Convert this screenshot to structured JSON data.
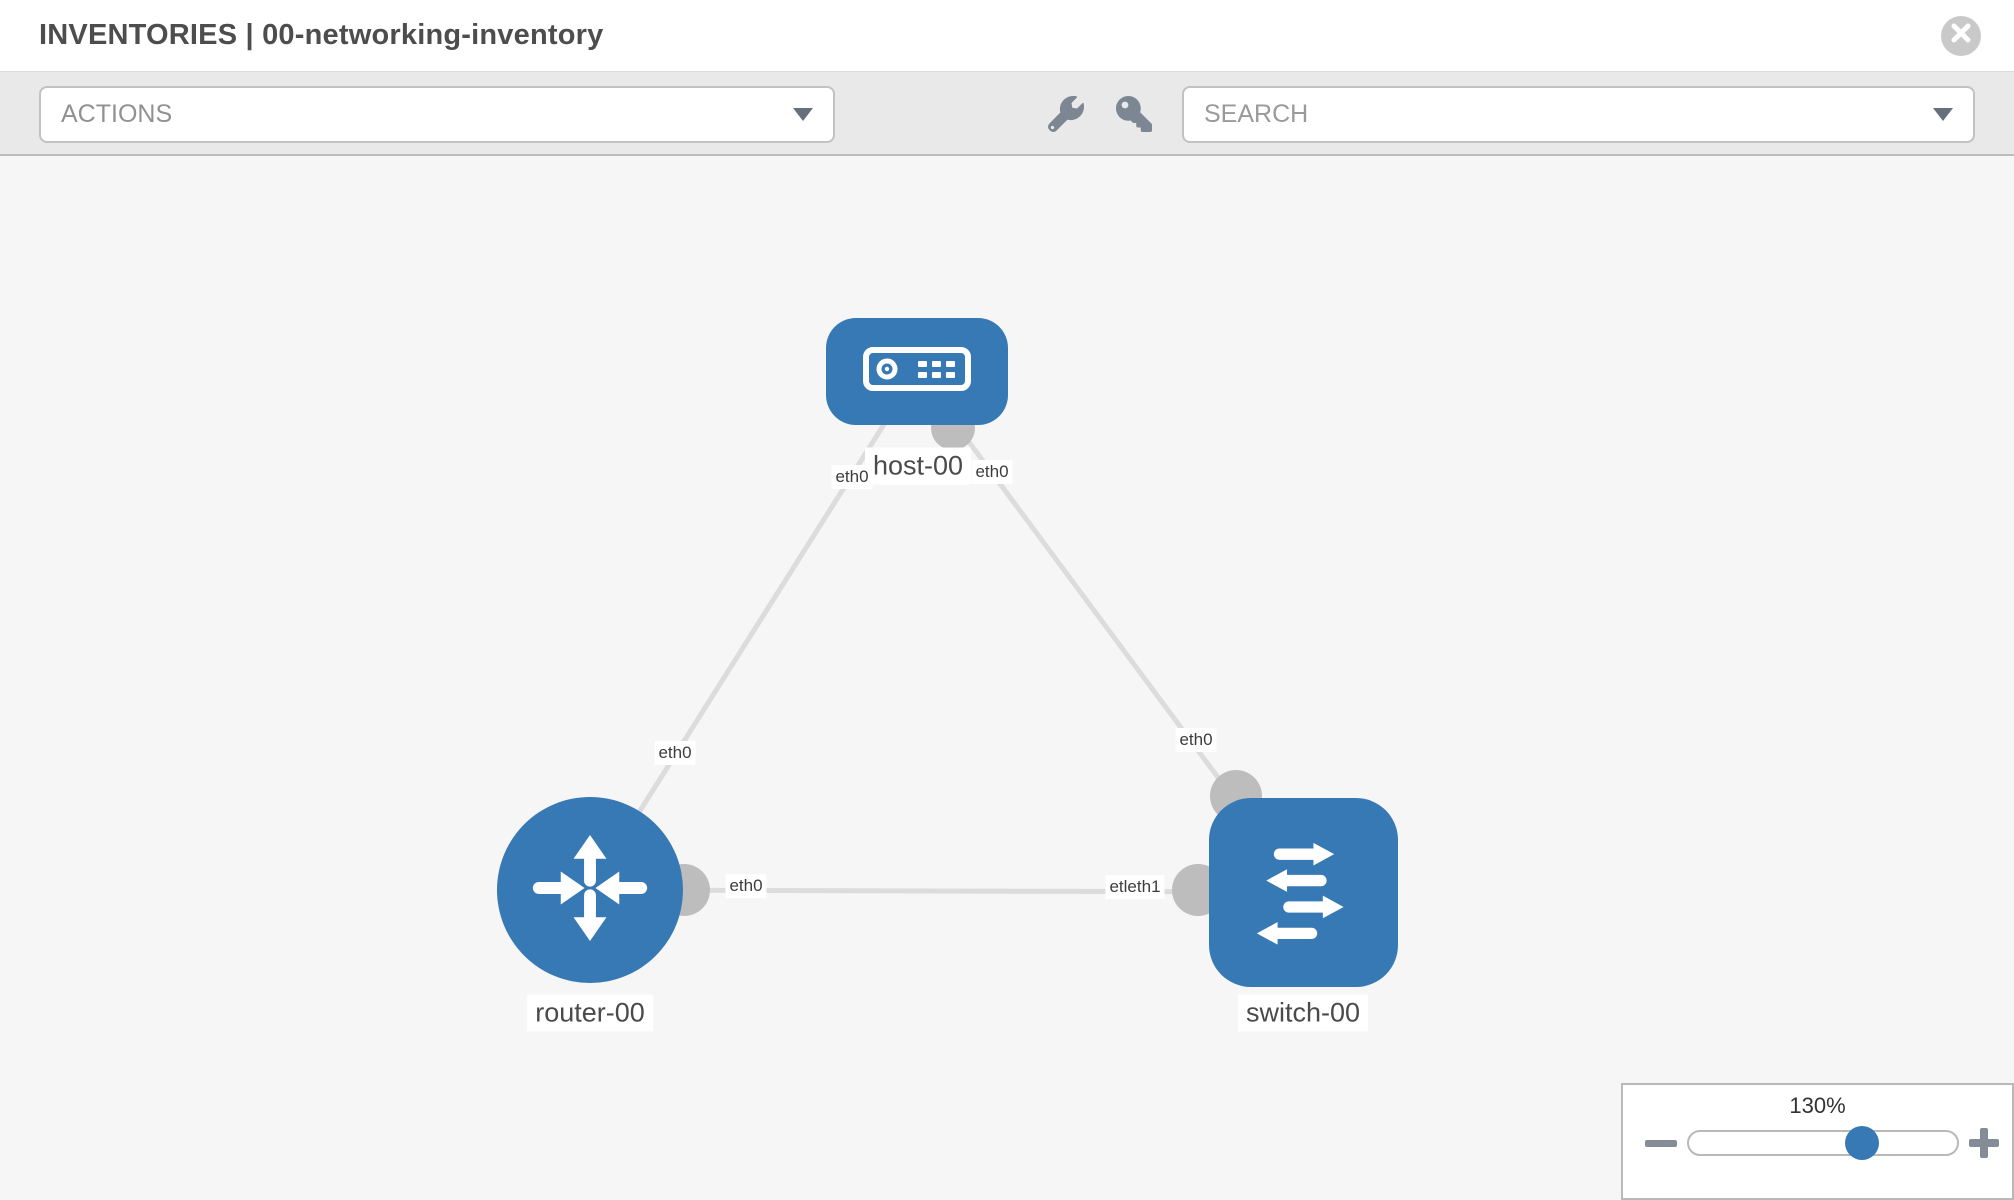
{
  "header": {
    "title": "INVENTORIES | 00-networking-inventory"
  },
  "toolbar": {
    "actions_dropdown_label": "ACTIONS",
    "search_placeholder": "SEARCH",
    "tool_icons": [
      "wrench",
      "key"
    ]
  },
  "canvas": {
    "nodes": [
      {
        "id": "host-00",
        "type": "host",
        "label": "host-00"
      },
      {
        "id": "router-00",
        "type": "router",
        "label": "router-00"
      },
      {
        "id": "switch-00",
        "type": "switch",
        "label": "switch-00"
      }
    ],
    "links": [
      {
        "from": "host-00",
        "to": "router-00",
        "labels": [
          "eth0",
          "eth0"
        ]
      },
      {
        "from": "host-00",
        "to": "switch-00",
        "labels": [
          "eth0",
          "eth0"
        ]
      },
      {
        "from": "router-00",
        "to": "switch-00",
        "labels": [
          "eth0",
          "etleth1"
        ]
      }
    ]
  },
  "zoom_control": {
    "value": "130%",
    "minus": "−",
    "plus": "+"
  },
  "colors": {
    "node_blue": "#3779b5",
    "link_gray": "#dcdcdc",
    "port_gray": "#bdbdbd",
    "canvas_bg": "#f6f6f6",
    "toolbar_bg": "#e9e9e9",
    "slider_thumb": "#3779b5"
  }
}
